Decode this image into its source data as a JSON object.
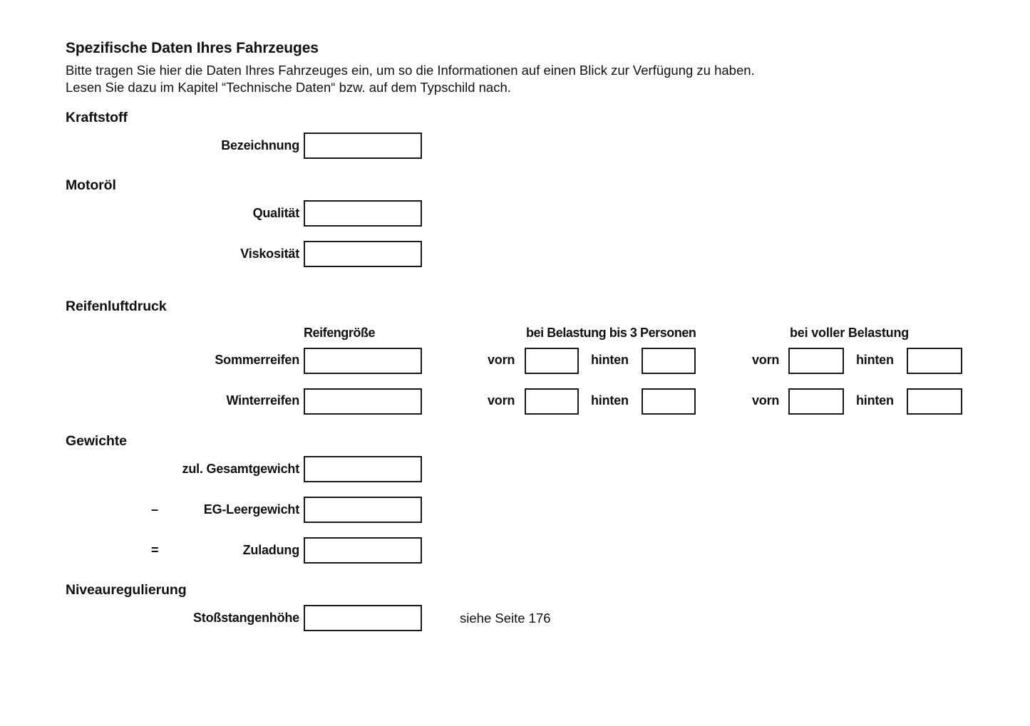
{
  "document": {
    "title": "Spezifische Daten Ihres Fahrzeuges",
    "intro_line_1": "Bitte tragen Sie hier die Daten Ihres Fahrzeuges ein, um so die Informationen auf einen Blick zur Verfügung zu haben.",
    "intro_line_2": "Lesen Sie dazu im Kapitel “Technische Daten“ bzw. auf dem Typschild nach."
  },
  "sections": {
    "kraftstoff": {
      "heading": "Kraftstoff",
      "fields": [
        {
          "label": "Bezeichnung",
          "value": "",
          "placeholder": ""
        }
      ]
    },
    "motoroel": {
      "heading": "Motoröl",
      "fields": [
        {
          "label": "Qualität",
          "value": "",
          "placeholder": ""
        },
        {
          "label": "Viskosität",
          "value": "",
          "placeholder": ""
        }
      ]
    },
    "reifenluftdruck": {
      "heading": "Reifenluftdruck",
      "column_headers": {
        "size": "Reifengröße",
        "load_3_persons": "bei Belastung bis 3 Personen",
        "full_load": "bei voller Belastung"
      },
      "axle_labels": {
        "front": "vorn",
        "rear": "hinten"
      },
      "rows": [
        {
          "label": "Sommerreifen",
          "size_value": "",
          "load3_front_value": "",
          "load3_rear_value": "",
          "full_front_value": "",
          "full_rear_value": ""
        },
        {
          "label": "Winterreifen",
          "size_value": "",
          "load3_front_value": "",
          "load3_rear_value": "",
          "full_front_value": "",
          "full_rear_value": ""
        }
      ]
    },
    "gewichte": {
      "heading": "Gewichte",
      "rows": [
        {
          "operator": "",
          "label": "zul. Gesamtgewicht",
          "value": ""
        },
        {
          "operator": "–",
          "label": "EG-Leergewicht",
          "value": ""
        },
        {
          "operator": "=",
          "label": "Zuladung",
          "value": ""
        }
      ]
    },
    "niveauregulierung": {
      "heading": "Niveauregulierung",
      "fields": [
        {
          "label": "Stoßstangenhöhe",
          "value": "",
          "note": "siehe Seite 176"
        }
      ]
    }
  }
}
